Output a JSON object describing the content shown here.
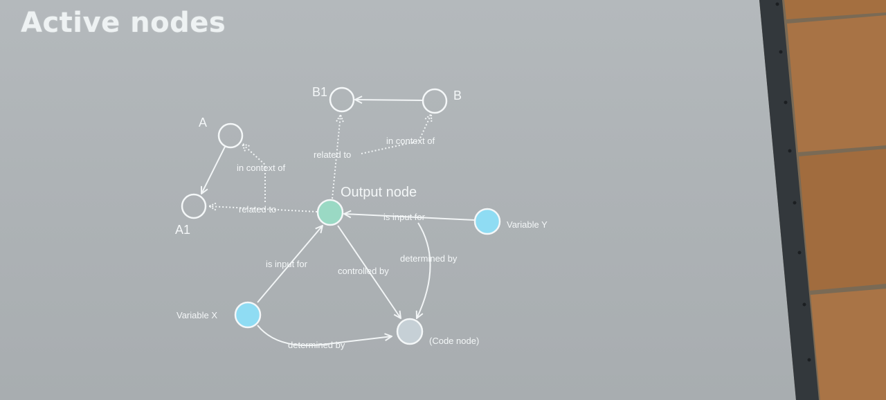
{
  "slide": {
    "title": "Active nodes"
  },
  "diagram": {
    "nodes": {
      "a": {
        "label": "A"
      },
      "a1": {
        "label": "A1"
      },
      "b1": {
        "label": "B1"
      },
      "b": {
        "label": "B"
      },
      "output": {
        "label": "Output node",
        "color": "#9ad9c4"
      },
      "variable_y": {
        "label": "Variable Y",
        "color": "#8fdcf3"
      },
      "variable_x": {
        "label": "Variable X",
        "color": "#8fdcf3"
      },
      "code": {
        "label": "(Code node)",
        "color": "#c6d0d6"
      }
    },
    "edges": {
      "in_context_of_a": "in context of",
      "related_to_a1": "related to",
      "related_to_b1": "related to",
      "in_context_of_b": "in context of",
      "is_input_for_y": "is input for",
      "is_input_for_x": "is input for",
      "controlled_by": "controlled by",
      "determined_by_y": "determined by",
      "determined_by_x": "determined by"
    }
  }
}
